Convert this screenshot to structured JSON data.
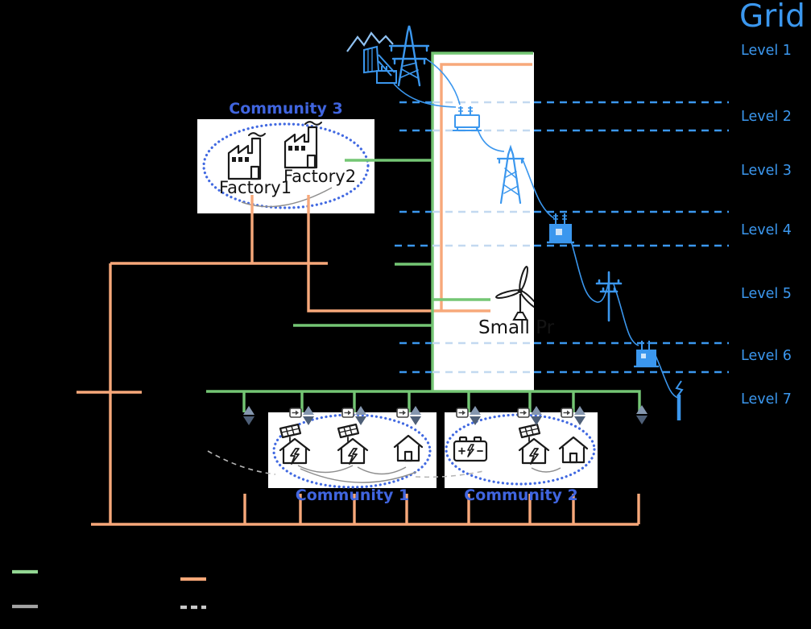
{
  "grid": {
    "title": "Grid",
    "levels": [
      "Level 1",
      "Level 2",
      "Level 3",
      "Level 4",
      "Level 5",
      "Level 6",
      "Level 7"
    ],
    "chain_icons": [
      "mountains-icon",
      "hydro-dam-icon",
      "transmission-tower-icon",
      "substation-transformer-icon",
      "distribution-tower-icon",
      "transformer-station-icon",
      "utility-pole-icon",
      "distribution-transformer-icon",
      "service-pole-icon"
    ]
  },
  "communities": [
    {
      "name": "Community 1",
      "members": [
        {
          "icon": "solar-house-icon"
        },
        {
          "icon": "solar-house-icon"
        },
        {
          "icon": "house-icon"
        }
      ]
    },
    {
      "name": "Community 2",
      "members": [
        {
          "icon": "battery-icon"
        },
        {
          "icon": "solar-house-icon"
        },
        {
          "icon": "house-icon"
        }
      ]
    },
    {
      "name": "Community 3",
      "members": [
        {
          "icon": "factory-icon",
          "label": "Factory1"
        },
        {
          "icon": "factory-icon",
          "label": "Factory2"
        }
      ]
    }
  ],
  "producer": {
    "label": "Small Pr",
    "icon": "wind-turbine-icon"
  },
  "meters": {
    "icon": "smart-meter-icon",
    "arrow_icon": "flow-diamond-icon",
    "count": 8
  },
  "legend": {
    "swatches": [
      {
        "name": "green-line-swatch",
        "color": "#93d793",
        "style": "solid"
      },
      {
        "name": "orange-line-swatch",
        "color": "#f8a878",
        "style": "solid"
      },
      {
        "name": "gray-line-swatch",
        "color": "#a3a3a3",
        "style": "solid"
      },
      {
        "name": "gray-dashed-line-swatch",
        "color": "#c9c9c9",
        "style": "dashed"
      }
    ]
  },
  "colors": {
    "grid_blue": "#3b97ee",
    "pale_blue": "#c3d9f0",
    "community_blue": "#4065df",
    "green": "#74c674",
    "orange": "#f7a87a",
    "gray": "#8e8e8e",
    "background": "#000000",
    "icon_black": "#1a1a1a"
  }
}
